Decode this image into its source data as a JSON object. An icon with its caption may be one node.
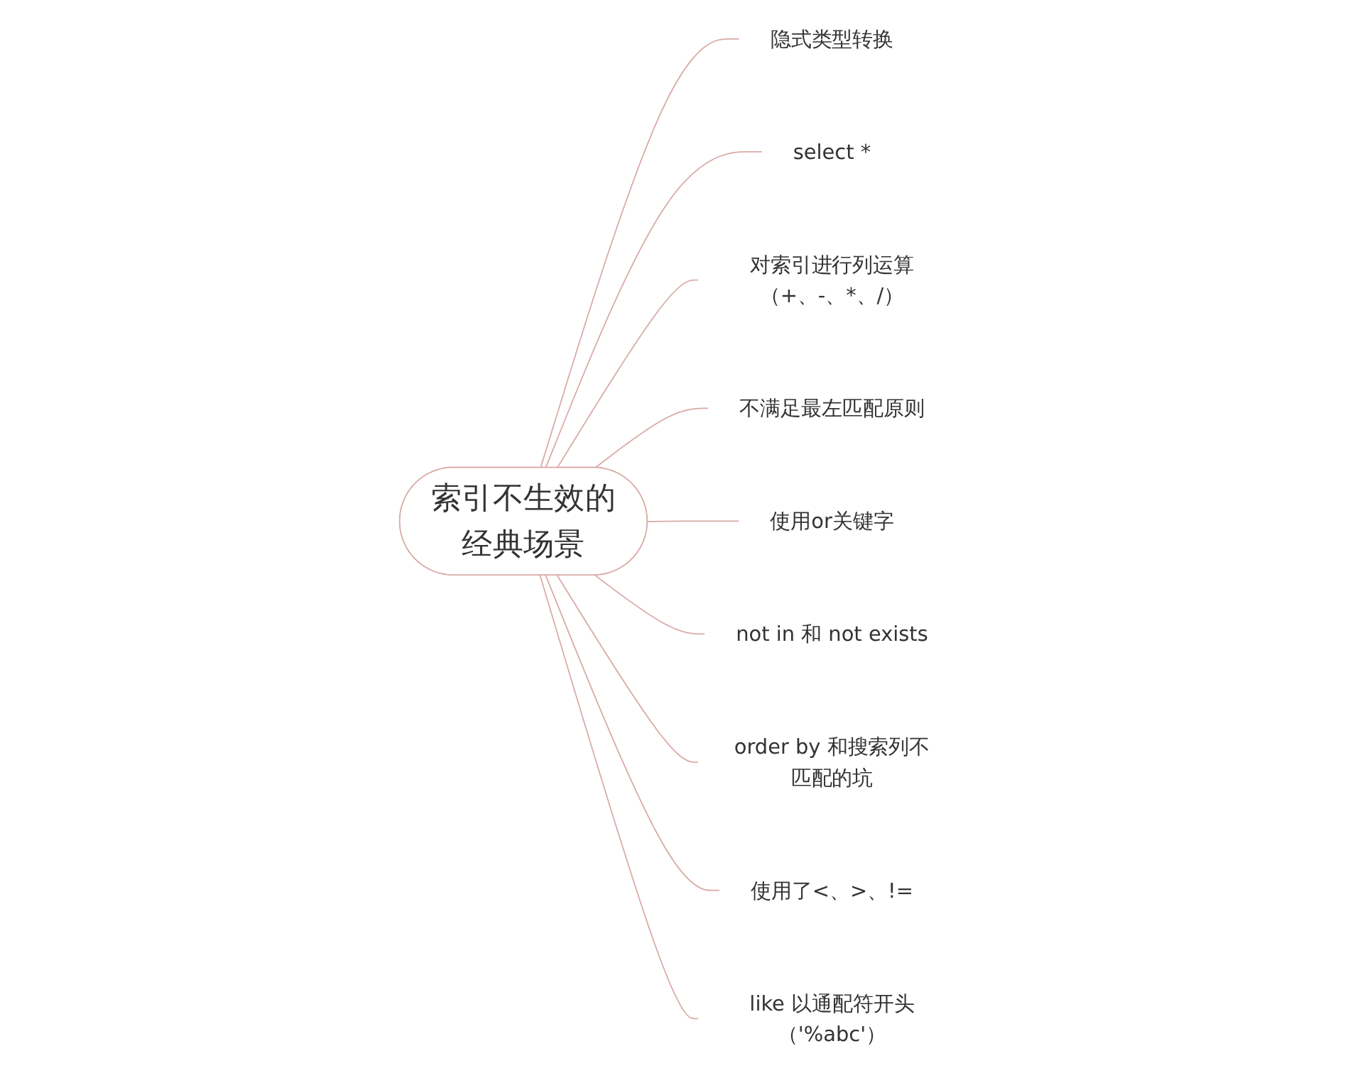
{
  "diagram": {
    "nodes": [
      {
        "text": [
          "索引不生效的经典场景"
        ]
      },
      {
        "text": [
          "隐式类型转换"
        ]
      },
      {
        "text": [
          "select *"
        ]
      },
      {
        "text": [
          "对索引进行列运算（+、-、*、/）"
        ]
      },
      {
        "text": [
          "不满足最左匹配原则"
        ]
      },
      {
        "text": [
          "使用or关键字"
        ]
      },
      {
        "text": [
          "not in 和 not exists"
        ]
      },
      {
        "text": [
          "order by 和搜索列不匹配的坑"
        ]
      },
      {
        "text": [
          "使用了<、>、!="
        ]
      },
      {
        "text": [
          "like 以通配符开头（'%abc'）"
        ]
      }
    ],
    "edges": [
      {
        "from": 0,
        "to": 1,
        "arrow": "none"
      },
      {
        "from": 0,
        "to": 2,
        "arrow": "none"
      },
      {
        "from": 0,
        "to": 3,
        "arrow": "none"
      },
      {
        "from": 0,
        "to": 4,
        "arrow": "none"
      },
      {
        "from": 0,
        "to": 5,
        "arrow": "none"
      },
      {
        "from": 0,
        "to": 6,
        "arrow": "none"
      },
      {
        "from": 0,
        "to": 7,
        "arrow": "none"
      },
      {
        "from": 0,
        "to": 8,
        "arrow": "none"
      },
      {
        "from": 0,
        "to": 9,
        "arrow": "none"
      }
    ]
  }
}
